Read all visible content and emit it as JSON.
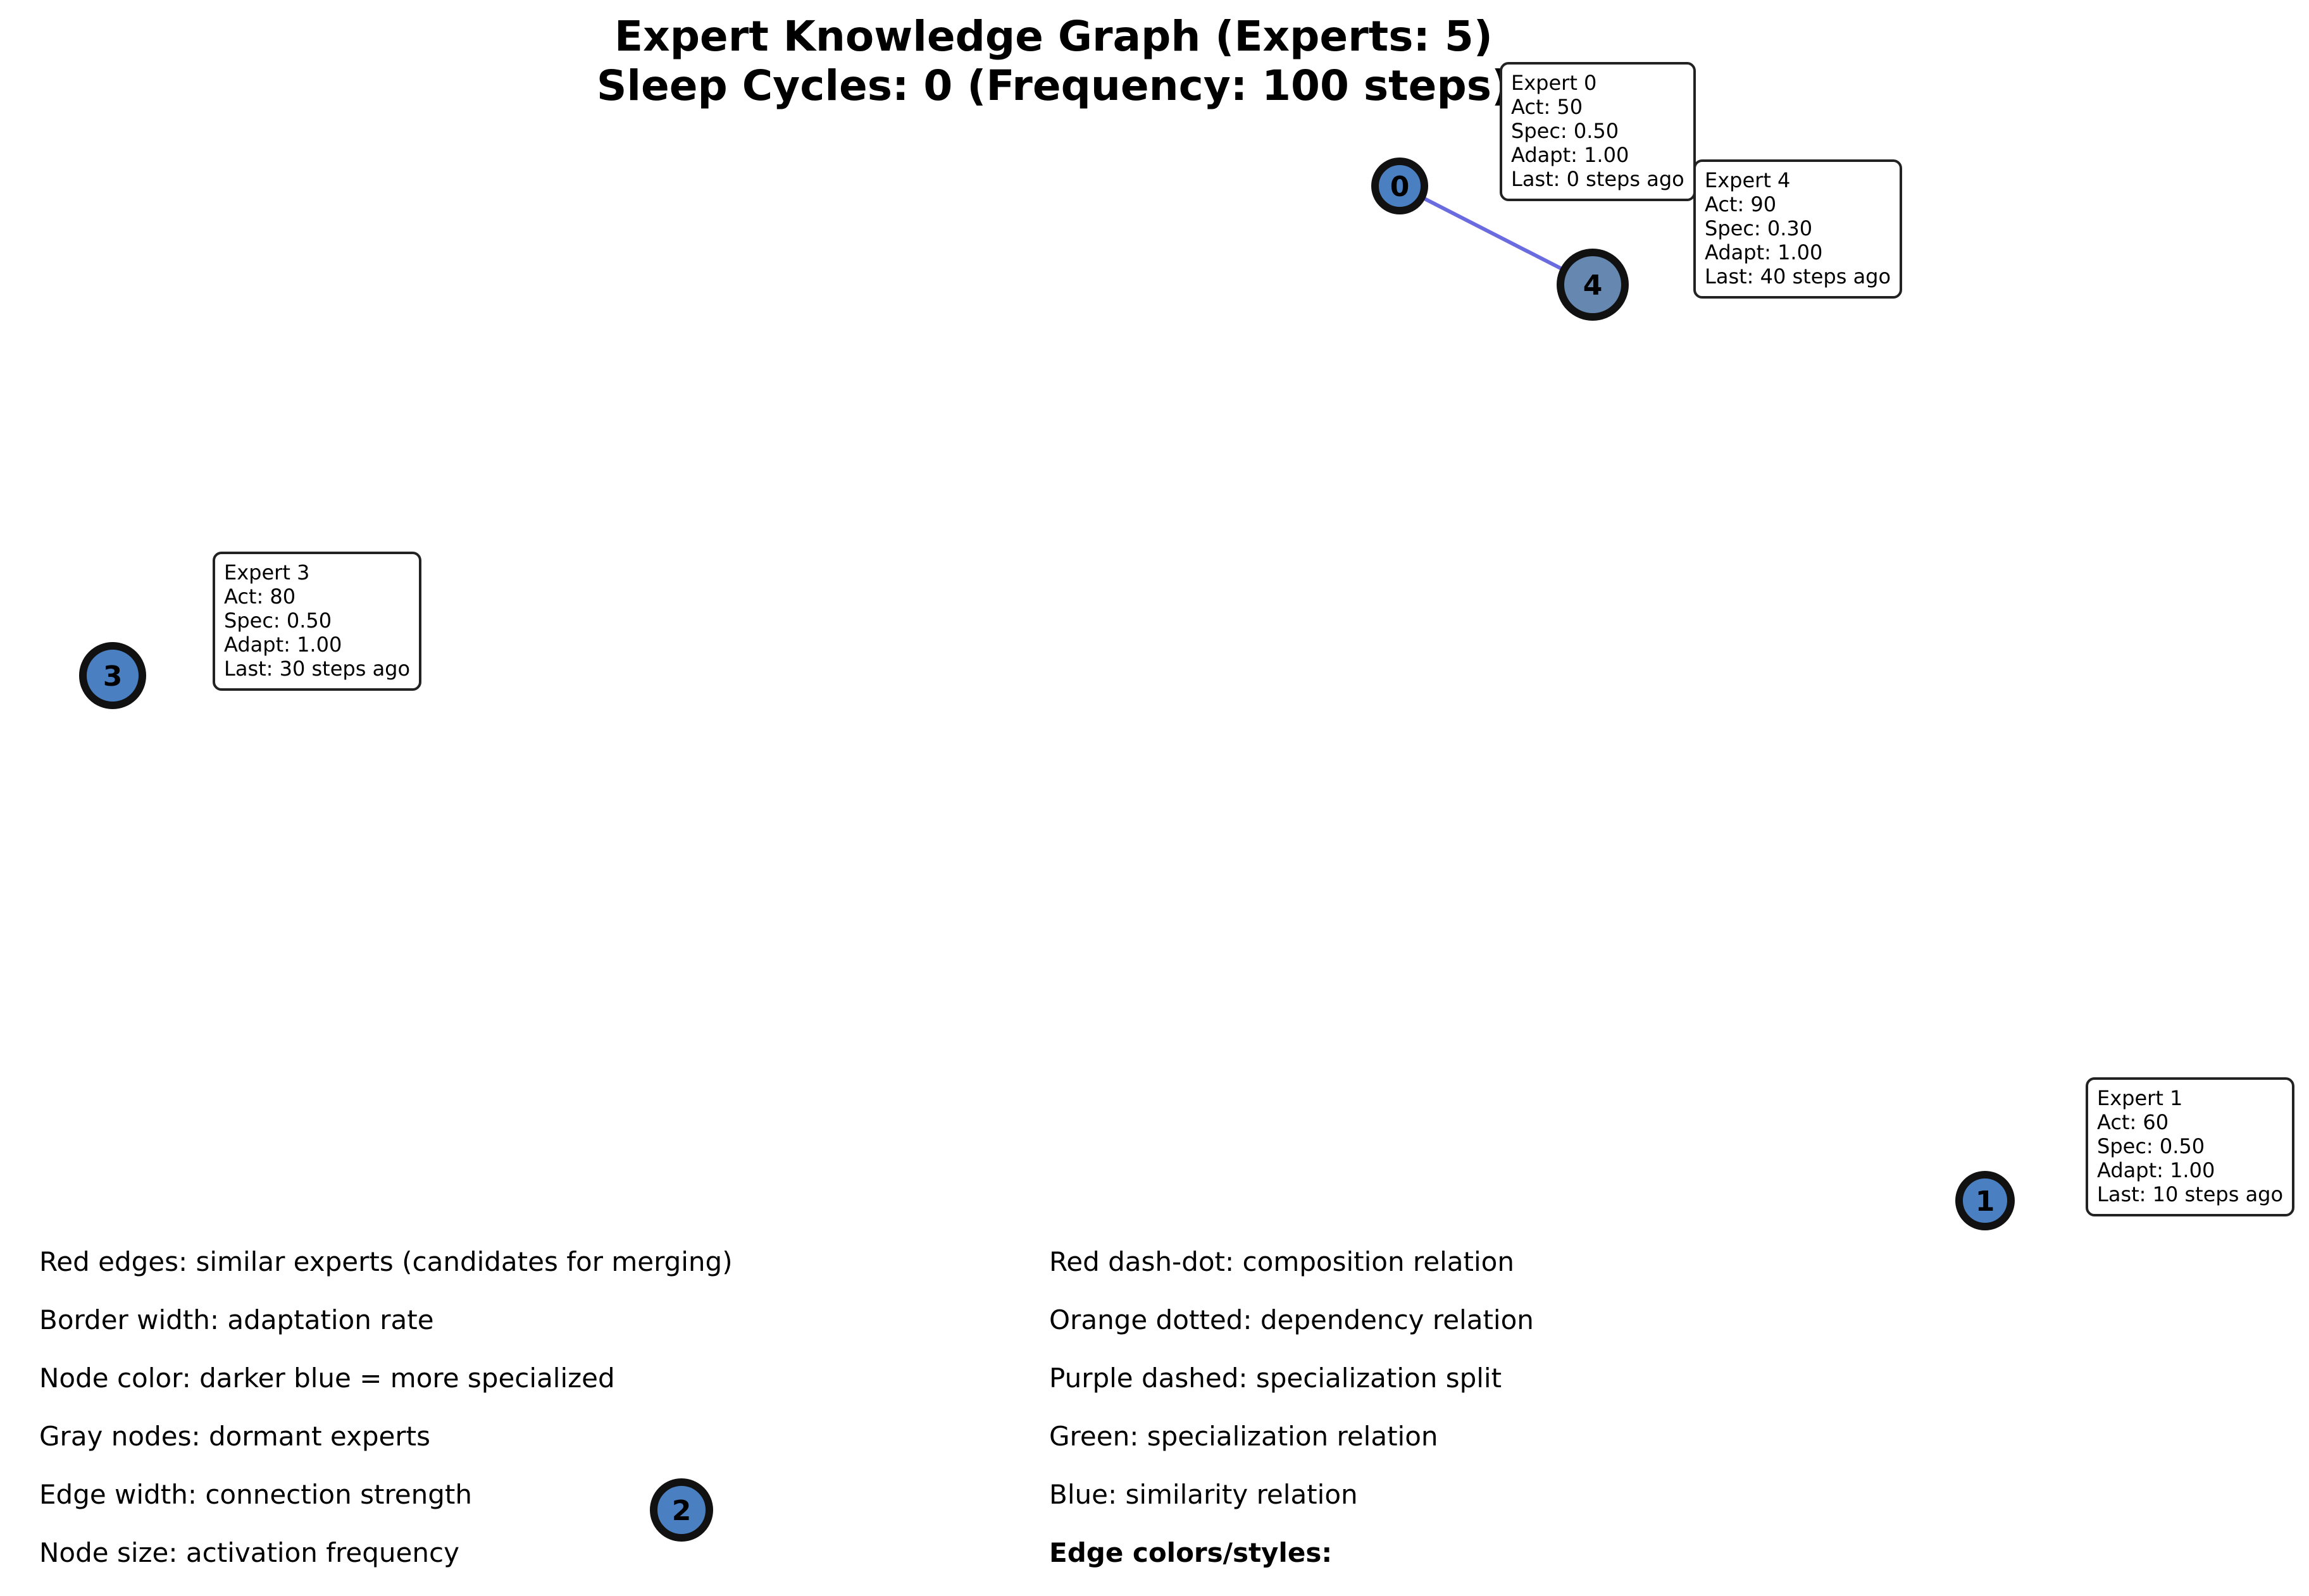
{
  "title": {
    "line1": "Expert Knowledge Graph (Experts: 5)",
    "line2": "Sleep Cycles: 0 (Frequency: 100 steps)"
  },
  "colors": {
    "node_fill": "#4a80c2",
    "node_fill_dim": "#6688b0",
    "node_border": "#111111",
    "similarity_edge": "#6b6be0",
    "box_border": "#222222"
  },
  "nodes": [
    {
      "id": "0",
      "label": "0"
    },
    {
      "id": "1",
      "label": "1"
    },
    {
      "id": "2",
      "label": "2"
    },
    {
      "id": "3",
      "label": "3"
    },
    {
      "id": "4",
      "label": "4"
    }
  ],
  "edges": [
    {
      "source": "0",
      "target": "4",
      "relation": "similarity"
    }
  ],
  "info_boxes": {
    "expert0": {
      "name": "Expert 0",
      "act": "Act: 50",
      "spec": "Spec: 0.50",
      "adapt": "Adapt: 1.00",
      "last": "Last: 0 steps ago"
    },
    "expert1": {
      "name": "Expert 1",
      "act": "Act: 60",
      "spec": "Spec: 0.50",
      "adapt": "Adapt: 1.00",
      "last": "Last: 10 steps ago"
    },
    "expert3": {
      "name": "Expert 3",
      "act": "Act: 80",
      "spec": "Spec: 0.50",
      "adapt": "Adapt: 1.00",
      "last": "Last: 30 steps ago"
    },
    "expert4": {
      "name": "Expert 4",
      "act": "Act: 90",
      "spec": "Spec: 0.30",
      "adapt": "Adapt: 1.00",
      "last": "Last: 40 steps ago"
    }
  },
  "legend": {
    "left": [
      "Red edges: similar experts (candidates for merging)",
      "Border width: adaptation rate",
      "Node color: darker blue = more specialized",
      "Gray nodes: dormant experts",
      "Edge width: connection strength",
      "Node size: activation frequency"
    ],
    "right": [
      "Red dash-dot: composition relation",
      "Orange dotted: dependency relation",
      "Purple dashed: specialization split",
      "Green: specialization relation",
      "Blue: similarity relation",
      "Edge colors/styles:"
    ]
  }
}
